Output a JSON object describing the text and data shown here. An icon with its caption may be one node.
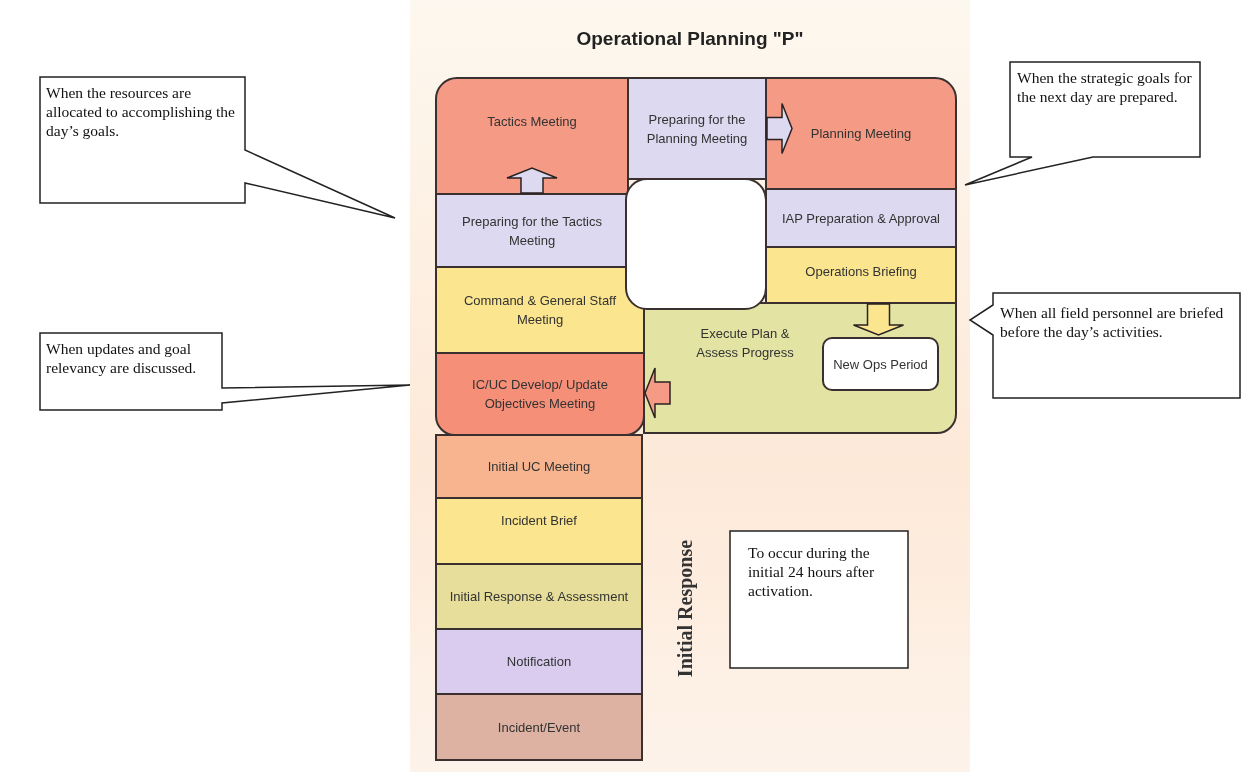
{
  "diagram": {
    "title": "Operational Planning \"P\"",
    "nodes": [
      {
        "text": [
          "Tactics Meeting"
        ]
      },
      {
        "text": [
          "Preparing for the Planning Meeting"
        ]
      },
      {
        "text": [
          "Planning Meeting"
        ]
      },
      {
        "text": [
          "Preparing for the Tactics Meeting"
        ]
      },
      {
        "text": [],
        "shape": "box"
      },
      {
        "text": [
          "IAP Preparation & Approval"
        ]
      },
      {
        "text": [
          "Operations Briefing"
        ]
      },
      {
        "text": [
          "Command & General Staff Meeting"
        ]
      },
      {
        "text": [
          "Execute Plan & Assess Progress"
        ]
      },
      {
        "text": [
          "New Ops Period"
        ],
        "in": 8
      },
      {
        "text": [
          "IC/UC Develop/ Update Objectives Meeting"
        ]
      },
      {
        "text": [
          "Initial UC Meeting"
        ]
      },
      {
        "text": [
          "Incident Brief"
        ]
      },
      {
        "text": [
          "Initial Response & Assessment"
        ]
      },
      {
        "text": [
          "Notification"
        ]
      },
      {
        "text": [
          "Incident/Event"
        ]
      },
      {
        "text": [
          "When the resources are allocated to accomplishing the day’s goals."
        ]
      },
      {
        "text": [
          "When the strategic goals for the next day are prepared."
        ]
      },
      {
        "text": [
          "When updates and goal relevancy are discussed."
        ]
      },
      {
        "text": [
          "When all field personnel are briefed before the day’s activities."
        ]
      },
      {
        "text": [
          "To occur during the initial 24 hours after activation."
        ]
      }
    ],
    "edges": [
      {
        "from": 3,
        "to": 0,
        "arrow": "to"
      },
      {
        "from": 1,
        "to": 2,
        "arrow": "to"
      },
      {
        "from": 6,
        "to": 9,
        "arrow": "to"
      },
      {
        "from": 8,
        "to": 10,
        "arrow": "to"
      }
    ],
    "labels": [
      "Initial Response"
    ]
  }
}
